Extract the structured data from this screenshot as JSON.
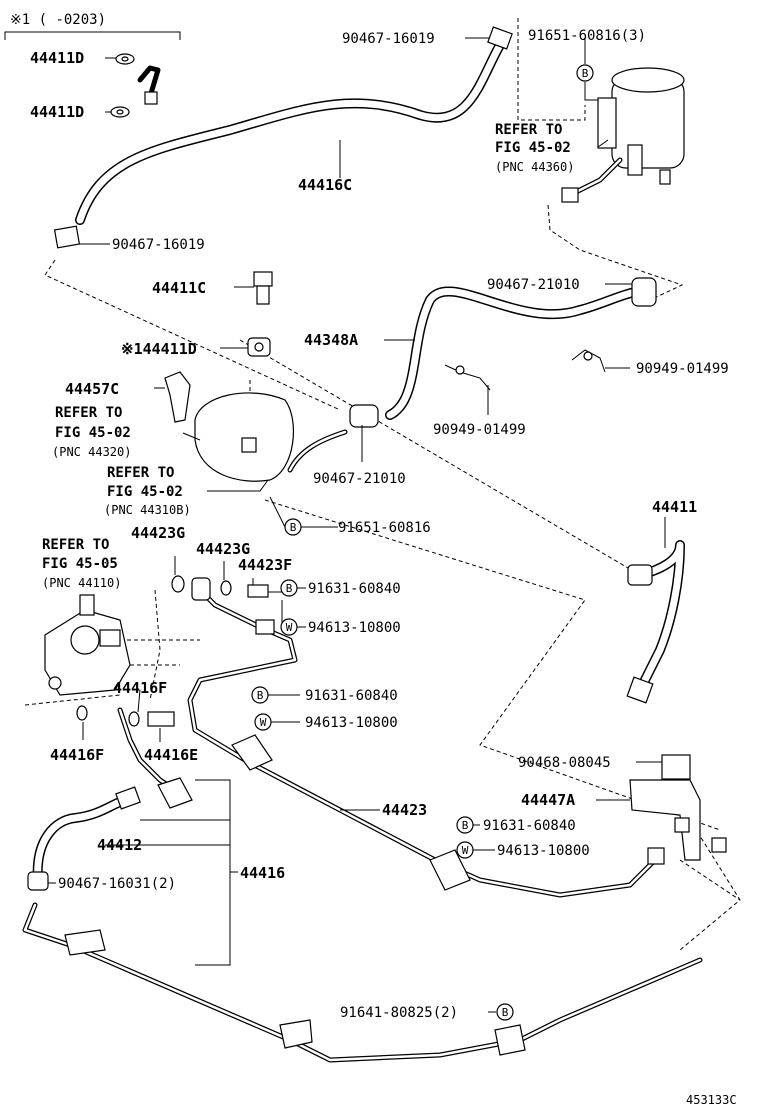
{
  "diagram_id": "453133C",
  "note_header": "※1 (  -0203)",
  "parts": {
    "p44411D_a": "44411D",
    "p44411D_b": "44411D",
    "p44411D_c": "※144411D",
    "p44411C": "44411C",
    "p44411": "44411",
    "p44416C": "44416C",
    "p44348A": "44348A",
    "p44457C": "44457C",
    "p44423G_a": "44423G",
    "p44423G_b": "44423G",
    "p44423F": "44423F",
    "p44416F_a": "44416F",
    "p44416F_b": "44416F",
    "p44416E": "44416E",
    "p44412": "44412",
    "p44416": "44416",
    "p44423": "44423",
    "p44447A": "44447A",
    "n90467_16019_a": "90467-16019",
    "n90467_16019_b": "90467-16019",
    "n91651_60816_3": "91651-60816(3)",
    "n90467_21010_a": "90467-21010",
    "n90467_21010_b": "90467-21010",
    "n90949_01499_a": "90949-01499",
    "n90949_01499_b": "90949-01499",
    "n91651_60816": "91651-60816",
    "n91631_60840_a": "91631-60840",
    "n94613_10800_a": "94613-10800",
    "n91631_60840_b": "91631-60840",
    "n94613_10800_b": "94613-10800",
    "n90468_08045": "90468-08045",
    "n91631_60840_c": "91631-60840",
    "n94613_10800_c": "94613-10800",
    "n90467_16031_2": "90467-16031(2)",
    "n91641_80825_2": "91641-80825(2)"
  },
  "refs": {
    "r1_l1": "REFER TO",
    "r1_l2": "FIG 45-02",
    "r1_l3": "(PNC 44360)",
    "r2_l1": "REFER TO",
    "r2_l2": "FIG 45-02",
    "r2_l3": "(PNC 44320)",
    "r3_l1": "REFER TO",
    "r3_l2": "FIG 45-02",
    "r3_l3": "(PNC 44310B)",
    "r4_l1": "REFER TO",
    "r4_l2": "FIG 45-05",
    "r4_l3": "(PNC 44110)"
  },
  "markers": {
    "bolt": "B",
    "washer": "W"
  }
}
